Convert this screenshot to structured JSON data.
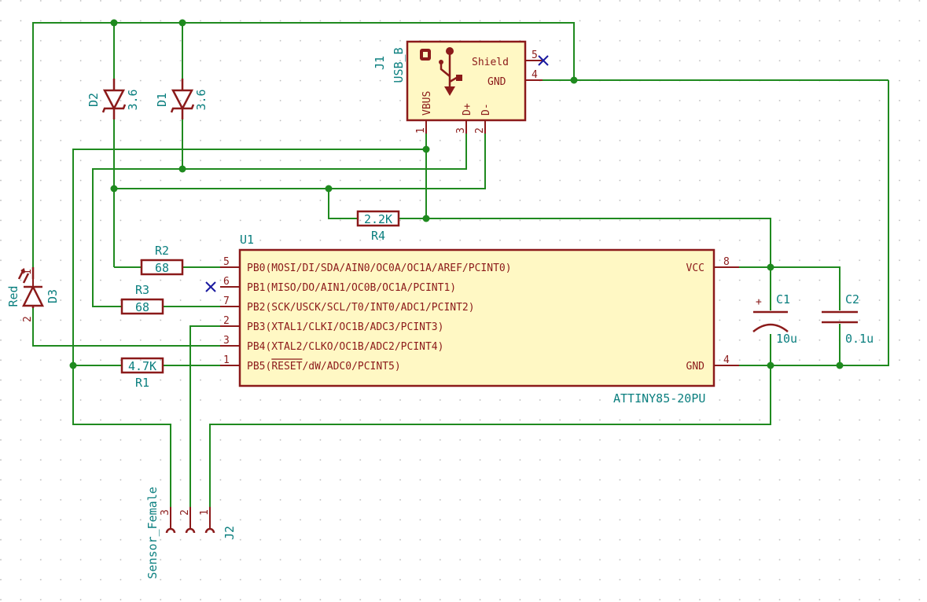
{
  "u1": {
    "ref": "U1",
    "value": "ATTINY85-20PU",
    "pins_left": [
      {
        "num": "5",
        "name": "PB0(MOSI/DI/SDA/AIN0/OC0A/OC1A/AREF/PCINT0)"
      },
      {
        "num": "6",
        "name": "PB1(MISO/DO/AIN1/OC0B/OC1A/PCINT1)"
      },
      {
        "num": "7",
        "name": "PB2(SCK/USCK/SCL/T0/INT0/ADC1/PCINT2)"
      },
      {
        "num": "2",
        "name": "PB3(XTAL1/CLKI/OC1B/ADC3/PCINT3)"
      },
      {
        "num": "3",
        "name": "PB4(XTAL2/CLKO/OC1B/ADC2/PCINT4)"
      },
      {
        "num": "1",
        "name_prefix": "PB5(",
        "name_over": "RESET",
        "name_suffix": "/dW/ADC0/PCINT5)"
      }
    ],
    "pins_right": [
      {
        "num": "8",
        "name": "VCC"
      },
      {
        "num": "4",
        "name": "GND"
      }
    ]
  },
  "j1": {
    "ref": "J1",
    "value": "USB_B",
    "pin_shield": "Shield",
    "pin_shield_num": "5",
    "pin_gnd": "GND",
    "pin_gnd_num": "4",
    "pin_vbus": "VBUS",
    "pin_vbus_num": "1",
    "pin_dp": "D+",
    "pin_dp_num": "3",
    "pin_dm": "D-",
    "pin_dm_num": "2"
  },
  "d1": {
    "ref": "D1",
    "value": "3.6"
  },
  "d2": {
    "ref": "D2",
    "value": "3.6"
  },
  "d3": {
    "ref": "D3",
    "value": "Red",
    "pin1": "1",
    "pin2": "2"
  },
  "r1": {
    "ref": "R1",
    "value": "4.7K"
  },
  "r2": {
    "ref": "R2",
    "value": "68"
  },
  "r3": {
    "ref": "R3",
    "value": "68"
  },
  "r4": {
    "ref": "R4",
    "value": "2.2K"
  },
  "c1": {
    "ref": "C1",
    "value": "10u"
  },
  "c2": {
    "ref": "C2",
    "value": "0.1u"
  },
  "j2": {
    "ref": "J2",
    "value": "Sensor_Female",
    "pin1": "1",
    "pin2": "2",
    "pin3": "3"
  },
  "colors": {
    "wire": "#1f8a1f",
    "component": "#8b1a1a",
    "body_fill": "#fff8c4",
    "label": "#0b7f7f",
    "no_connect": "#1a1aa0"
  }
}
